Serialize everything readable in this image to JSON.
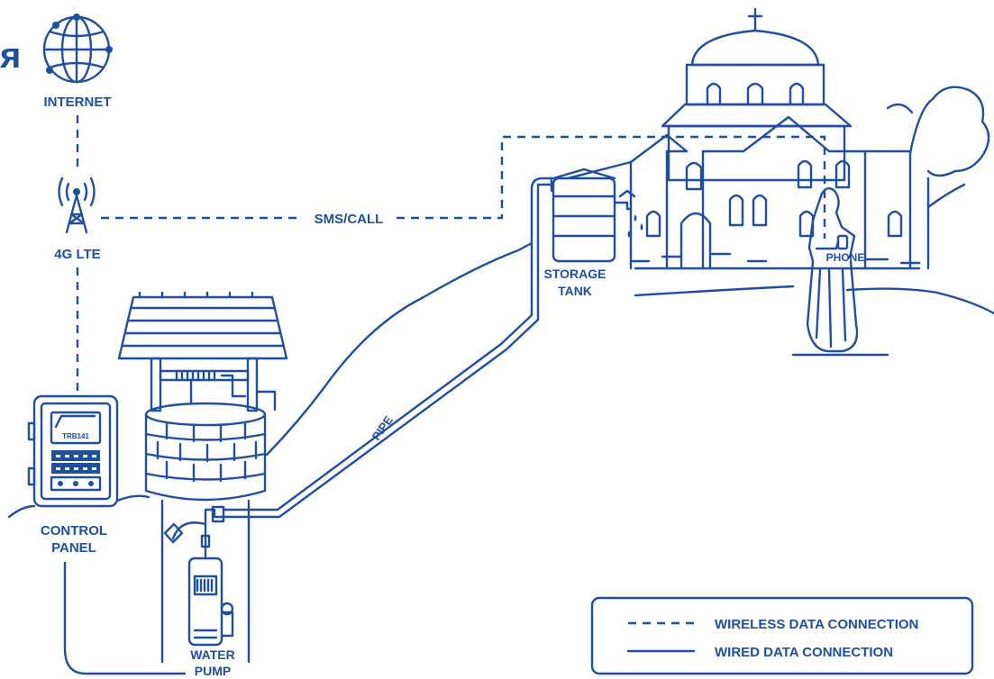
{
  "labels": {
    "corner_glyph": "ᴙ",
    "internet": "INTERNET",
    "lte": "4G LTE",
    "sms_call": "SMS/CALL",
    "control_panel_1": "CONTROL",
    "control_panel_2": "PANEL",
    "device_model": "TRB141",
    "pipe": "PIPE",
    "storage_tank_1": "STORAGE",
    "storage_tank_2": "TANK",
    "phone": "PHONE",
    "water_pump_1": "WATER",
    "water_pump_2": "PUMP"
  },
  "legend": {
    "wireless": "WIRELESS DATA CONNECTION",
    "wired": "WIRED DATA CONNECTION"
  },
  "colors": {
    "line": "#1e4fa0",
    "background": "#ffffff"
  }
}
